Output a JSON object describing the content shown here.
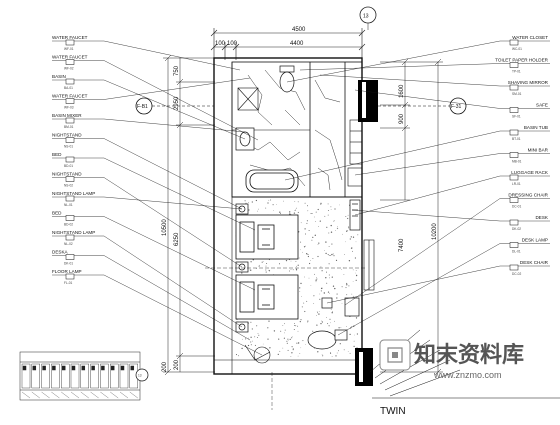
{
  "drawing": {
    "title": "TWIN",
    "watermark_main": "知末资料库",
    "watermark_url": "www.znzmo.com",
    "grid_tag": "13",
    "section_left": "F-B1",
    "section_right": "F-31"
  },
  "dimensions": {
    "top_total": "4500",
    "top_left_a": "100",
    "top_left_b": "100",
    "top_main": "4400",
    "left_a": "750",
    "left_b": "2950",
    "left_total": "10500",
    "left_c": "6250",
    "left_d": "200",
    "left_e": "200",
    "right_a": "1600",
    "right_b": "900",
    "right_c": "7400",
    "right_d": "10200"
  },
  "left_labels": [
    {
      "name": "WATER FAUCET",
      "code": "WF-01"
    },
    {
      "name": "WATER FAUCET",
      "code": "WF-02"
    },
    {
      "name": "BASIN",
      "code": "BA-01"
    },
    {
      "name": "WATER FAUCET",
      "code": "WF-03"
    },
    {
      "name": "BASIN MIXER",
      "code": "BM-01"
    },
    {
      "name": "NIGHTSTAND",
      "code": "NS-01"
    },
    {
      "name": "BED",
      "code": "BD-01"
    },
    {
      "name": "NIGHTSTAND",
      "code": "NS-02"
    },
    {
      "name": "NIGHTSTAND LAMP",
      "code": "NL-01"
    },
    {
      "name": "BED",
      "code": "BD-02"
    },
    {
      "name": "NIGHTSTAND LAMP",
      "code": "NL-02"
    },
    {
      "name": "DESKA",
      "code": "DK-01"
    },
    {
      "name": "FLOOR LAMP",
      "code": "FL-01"
    }
  ],
  "right_labels": [
    {
      "name": "WATER CLOSET",
      "code": "WC-01"
    },
    {
      "name": "TOILET PAPER HOLDER",
      "code": "TP-01"
    },
    {
      "name": "SHAVING MIRROR",
      "code": "SM-01"
    },
    {
      "name": "SAFE",
      "code": "SF-01"
    },
    {
      "name": "BASIN TUB",
      "code": "BT-01"
    },
    {
      "name": "MINI BAR",
      "code": "MB-01"
    },
    {
      "name": "LUGGAGE RACK",
      "code": "LR-01"
    },
    {
      "name": "DRESSING CHAIR",
      "code": "DC-01"
    },
    {
      "name": "DESK",
      "code": "DK-02"
    },
    {
      "name": "DESK LAMP",
      "code": "DL-01"
    },
    {
      "name": "DESK CHAIR",
      "code": "DC-02"
    }
  ]
}
